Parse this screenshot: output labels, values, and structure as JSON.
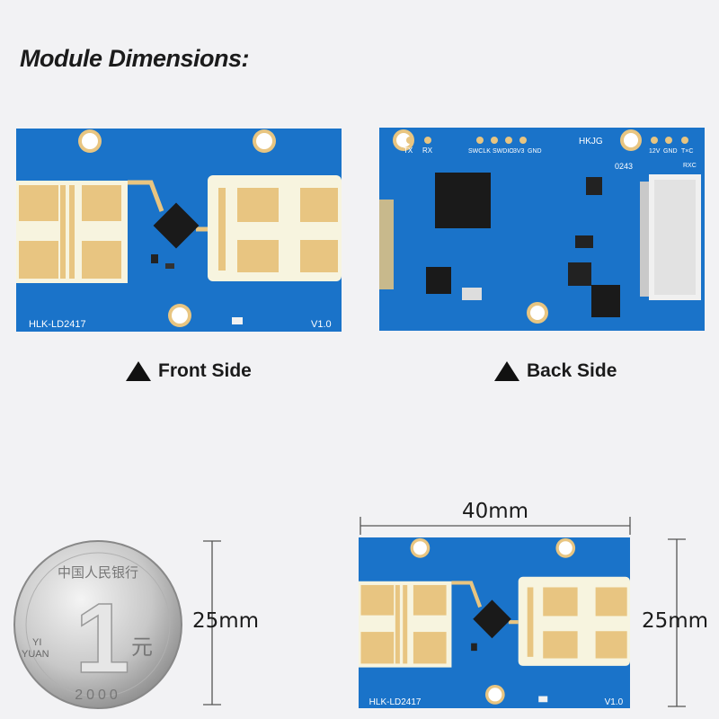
{
  "title": "Module Dimensions:",
  "front": {
    "caption": "Front Side",
    "model": "HLK-LD2417",
    "version": "V1.0"
  },
  "back": {
    "caption": "Back Side",
    "labels": {
      "tx": "TX",
      "rx": "RX",
      "swclk": "SWCLK",
      "swdio": "SWDIO",
      "v33": "3V3",
      "gnd": "GND",
      "brand": "HKJG",
      "code": "0243",
      "v12": "12V",
      "gnd2": "GND",
      "txc": "T×C",
      "rxc": "RXC"
    }
  },
  "coin": {
    "top": "中国人民银行",
    "numeral": "1",
    "yi": "YI",
    "yuan": "YUAN",
    "yuan_char": "元",
    "year": "2000"
  },
  "dimensions": {
    "width": "40mm",
    "height_left": "25mm",
    "height_right": "25mm"
  },
  "colors": {
    "pcb": "#1a73c9",
    "pad": "#e8c581",
    "chip": "#1a1a1a"
  }
}
